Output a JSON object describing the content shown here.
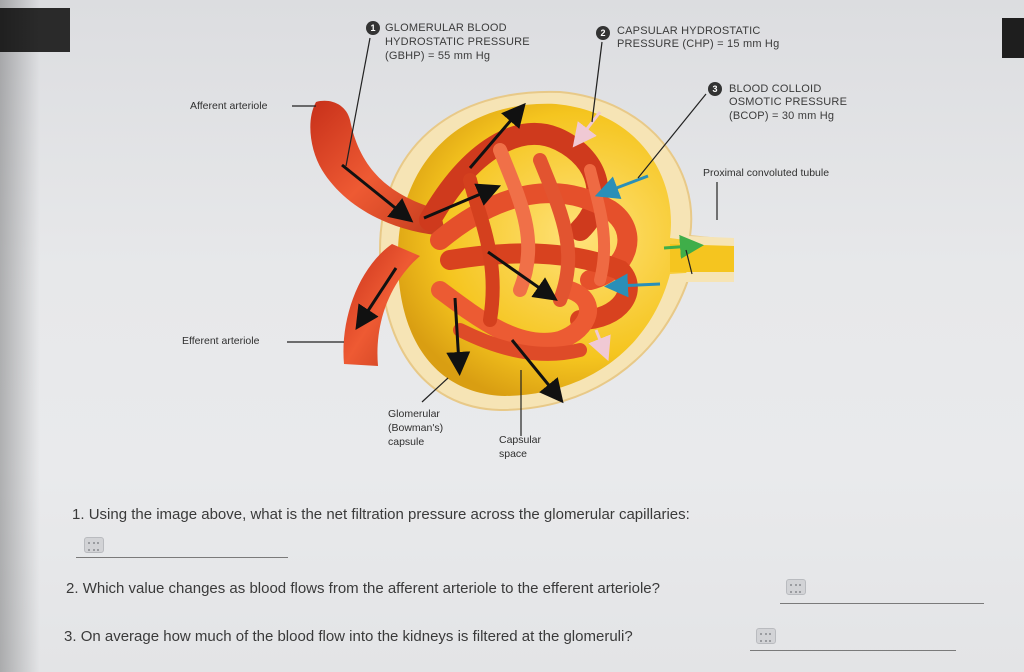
{
  "diagram": {
    "gbhp": {
      "number": "1",
      "line1": "GLOMERULAR BLOOD",
      "line2": "HYDROSTATIC PRESSURE",
      "line3": "(GBHP) = 55 mm Hg"
    },
    "chp": {
      "number": "2",
      "line1": "CAPSULAR HYDROSTATIC",
      "line2": "PRESSURE (CHP) = 15 mm Hg"
    },
    "bcop": {
      "number": "3",
      "line1": "BLOOD COLLOID",
      "line2": "OSMOTIC PRESSURE",
      "line3": "(BCOP) = 30 mm Hg"
    },
    "afferent_label": "Afferent arteriole",
    "efferent_label": "Efferent arteriole",
    "pct_label": "Proximal convoluted tubule",
    "capsule_label": {
      "line1": "Glomerular",
      "line2": "(Bowman's)",
      "line3": "capsule"
    },
    "space_label": {
      "line1": "Capsular",
      "line2": "space"
    }
  },
  "questions": [
    {
      "number": "1.",
      "text": "Using the image above, what is the net filtration pressure across the glomerular capillaries:"
    },
    {
      "number": "2.",
      "text": "Which value changes as blood flows from the afferent arteriole to the efferent arteriole?"
    },
    {
      "number": "3.",
      "text": "On average how much of the blood flow into the kidneys is filtered at the glomeruli?"
    }
  ],
  "colors": {
    "capsule_yellow": "#f2c21a",
    "vessel_red": "#e04a2a",
    "accent_blue": "#2a8fb8",
    "accent_green": "#3fae49"
  },
  "icons": [
    "keyboard-icon"
  ]
}
